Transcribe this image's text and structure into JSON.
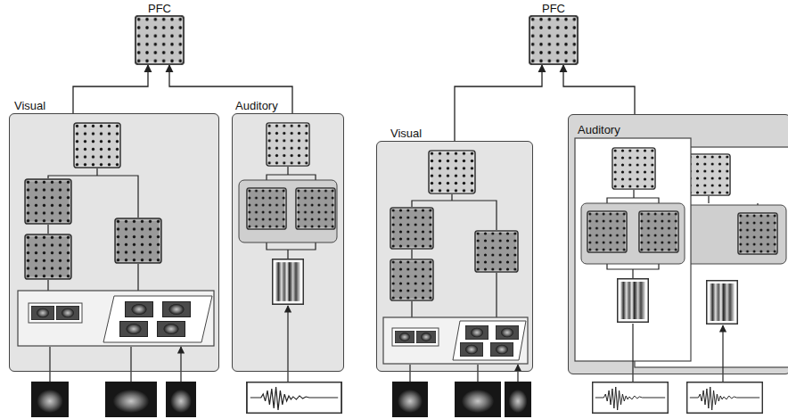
{
  "diagram": {
    "nodes": [
      {
        "text": [
          "PFC"
        ]
      },
      {
        "text": [
          "Visual"
        ]
      },
      {
        "text": [
          "Auditory"
        ]
      },
      {
        "text": [
          "PFC"
        ]
      },
      {
        "text": [
          "Visual"
        ]
      },
      {
        "text": [
          "Auditory"
        ]
      }
    ],
    "edges": [
      {
        "from": 1,
        "to": 0,
        "arrow": "to"
      },
      {
        "from": 2,
        "to": 0,
        "arrow": "to"
      },
      {
        "from": 4,
        "to": 3,
        "arrow": "to"
      },
      {
        "from": 5,
        "to": 3,
        "arrow": "to"
      }
    ]
  }
}
